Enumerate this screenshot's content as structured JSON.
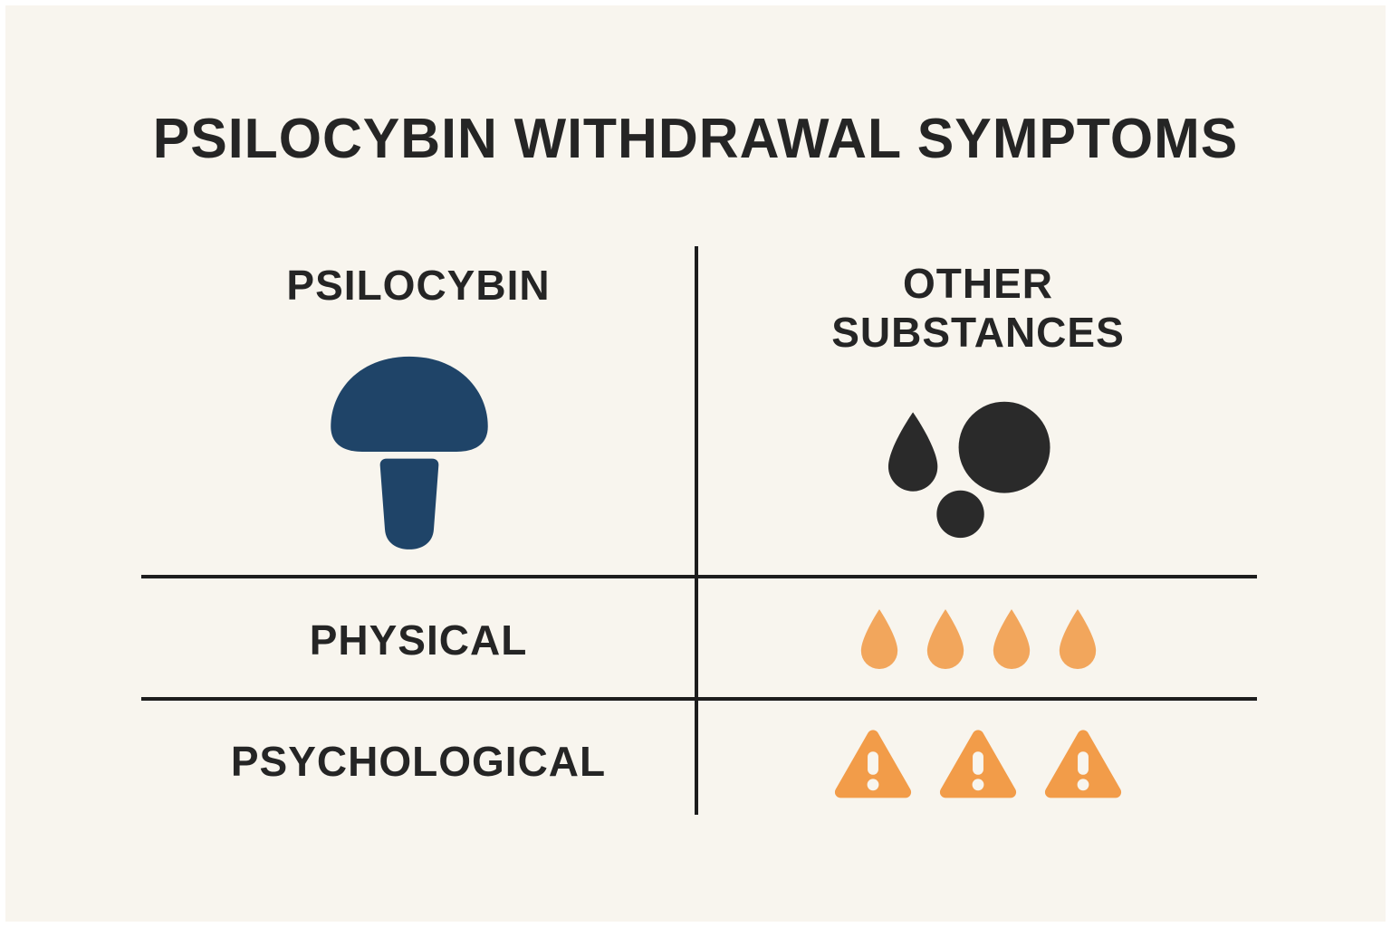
{
  "title": "PSILOCYBIN WITHDRAWAL SYMPTOMS",
  "columns": {
    "left": {
      "header": "PSILOCYBIN",
      "icon": "mushroom-icon"
    },
    "right": {
      "header": "OTHER SUBSTANCES",
      "icon": "pills-icon"
    }
  },
  "rows": [
    {
      "label": "PHYSICAL",
      "icon": "droplet-icon",
      "count": 4
    },
    {
      "label": "PSYCHOLOGICAL",
      "icon": "warning-triangle-icon",
      "count": 3
    }
  ],
  "colors": {
    "background": "#f8f5ee",
    "text": "#252525",
    "line": "#1d1d1d",
    "mushroom": "#1f4468",
    "substances": "#2a2a2a",
    "droplet": "#f2a65c",
    "warning": "#f29c49"
  }
}
